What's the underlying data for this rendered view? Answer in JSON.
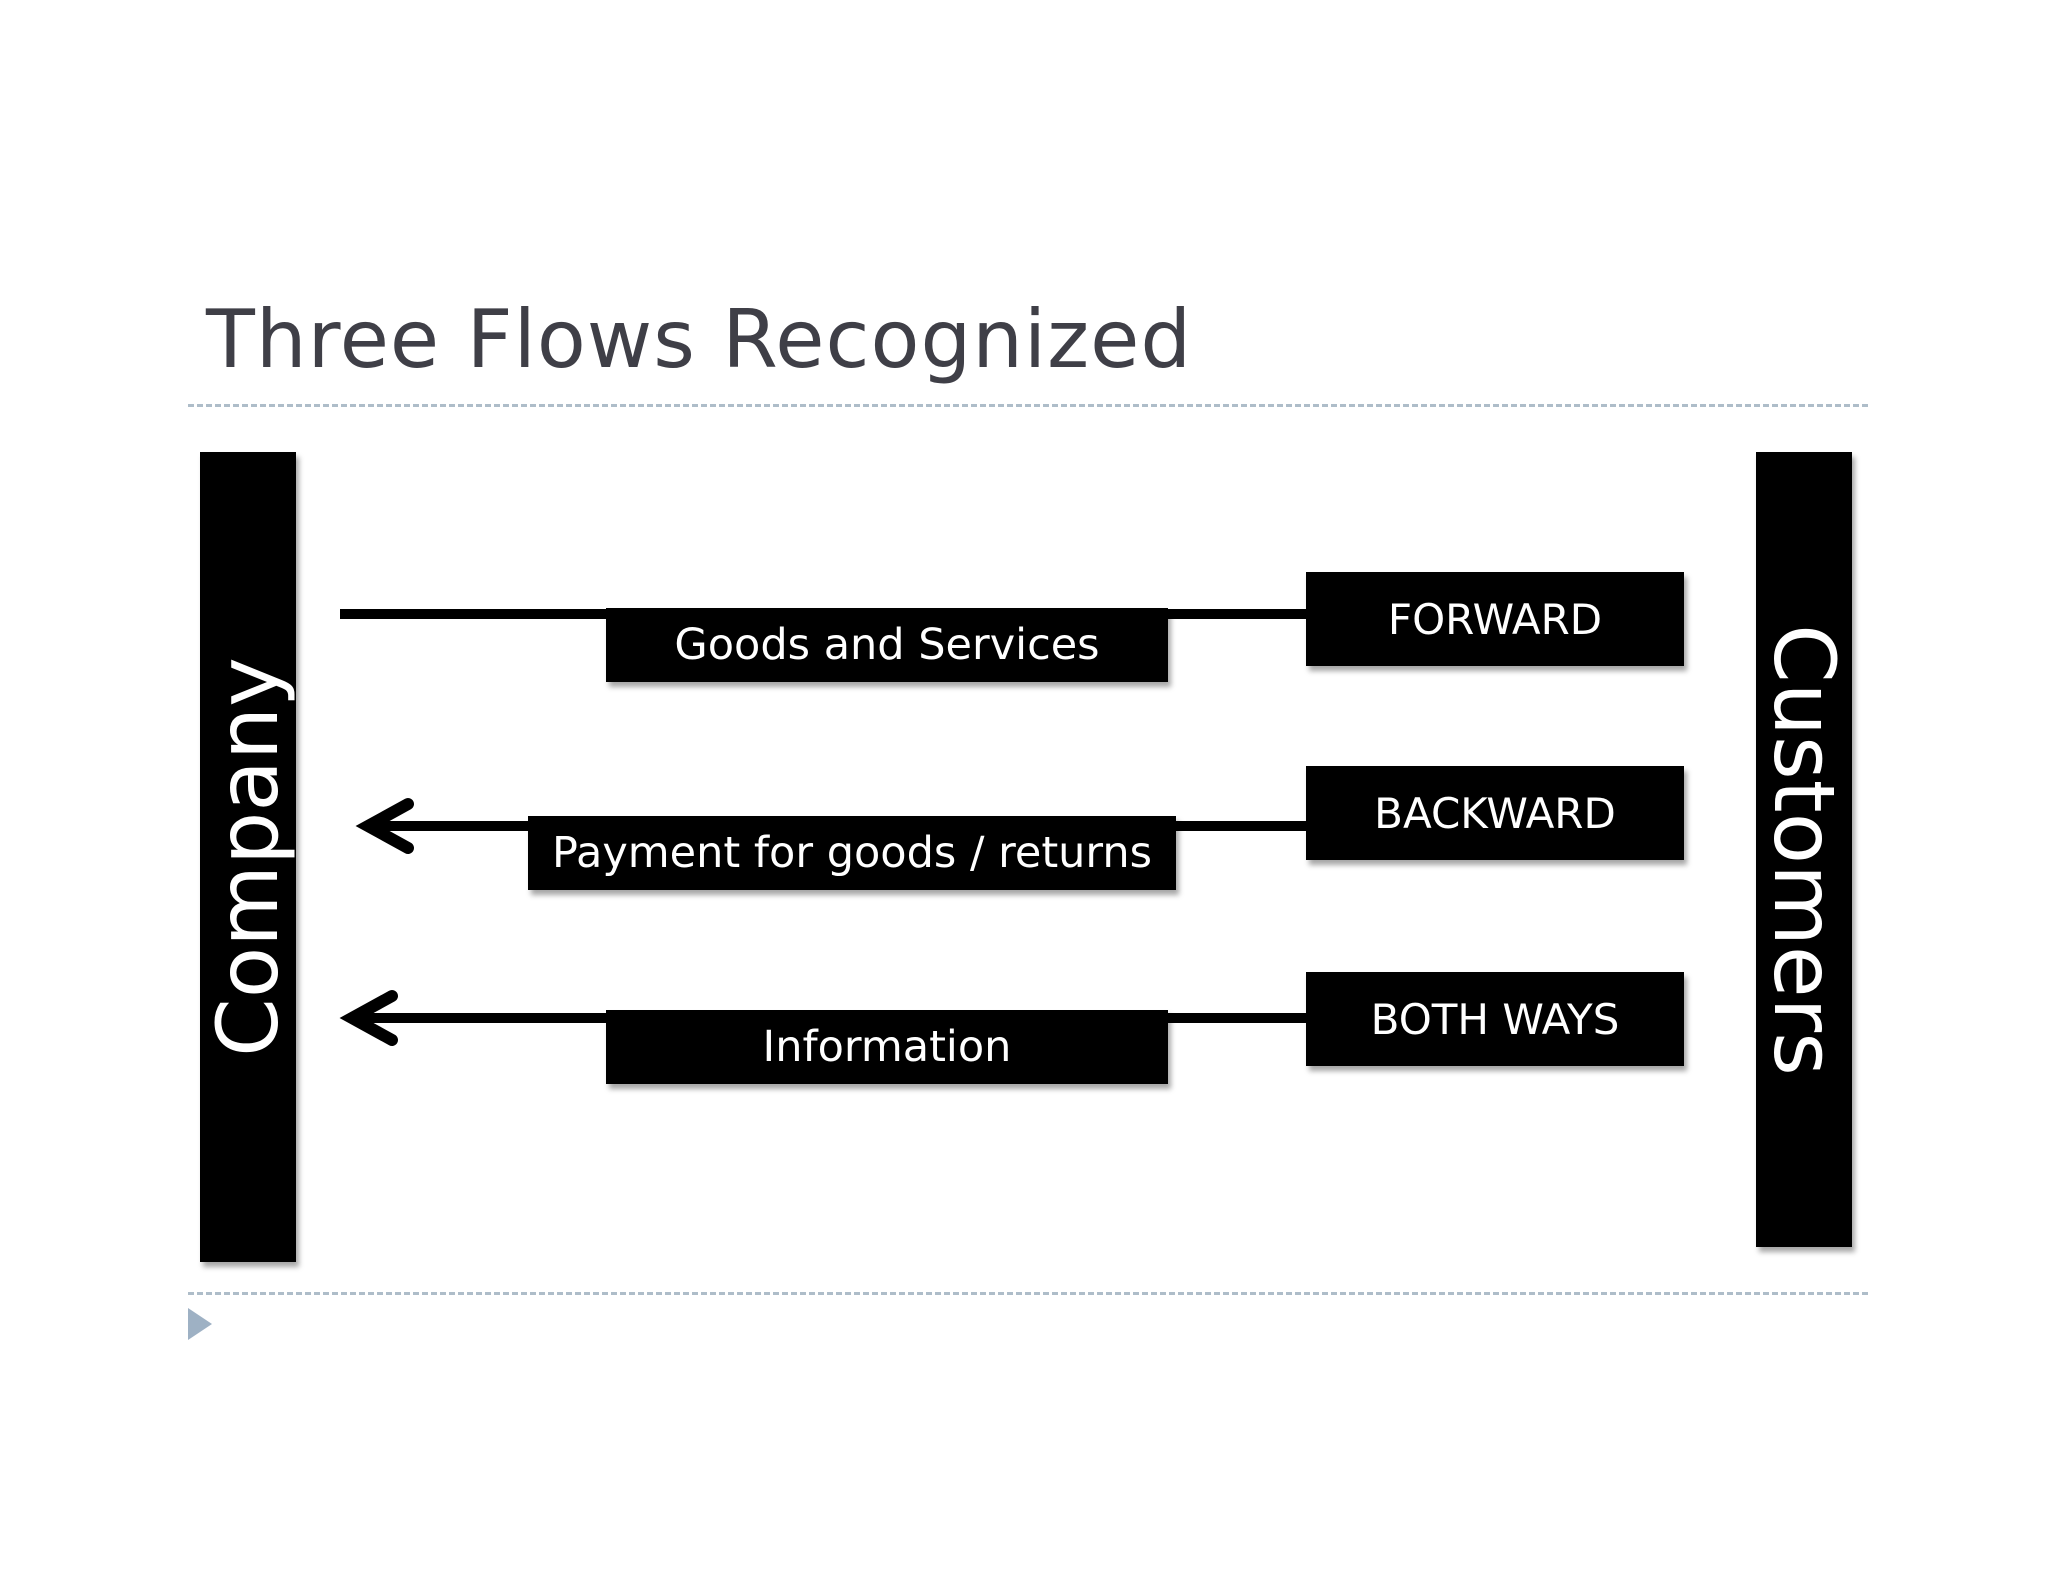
{
  "slide": {
    "title": "Three Flows Recognized"
  },
  "entities": {
    "left": "Company",
    "right": "Customers"
  },
  "flows": [
    {
      "label": "Goods and Services",
      "direction": "FORWARD"
    },
    {
      "label": "Payment for goods / returns",
      "direction": "BACKWARD"
    },
    {
      "label": "Information",
      "direction": "BOTH WAYS"
    }
  ],
  "colors": {
    "title": "#3f3f47",
    "rule": "#aebdc9",
    "bullet": "#9eb1c4",
    "box": "#000000",
    "box_text": "#ffffff"
  }
}
